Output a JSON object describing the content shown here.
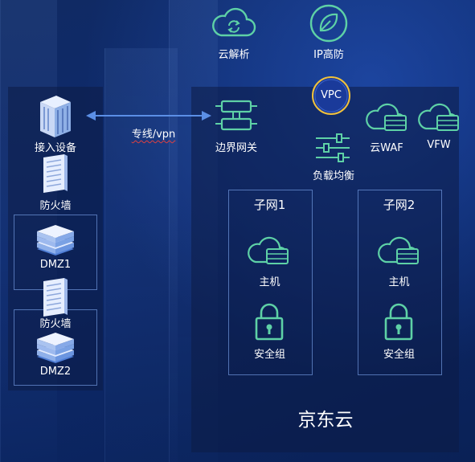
{
  "labels": {
    "cloud_dns": "云解析",
    "ip_protection": "IP高防",
    "vpc": "VPC",
    "access_device": "接入设备",
    "dedicated_line": "专线/vpn",
    "border_gateway": "边界网关",
    "cloud_waf": "云WAF",
    "vfw": "VFW",
    "load_balancer": "负载均衡",
    "firewall_1": "防火墙",
    "dmz1": "DMZ1",
    "firewall_2": "防火墙",
    "dmz2": "DMZ2",
    "subnet1": "子网1",
    "subnet2": "子网2",
    "host_1": "主机",
    "host_2": "主机",
    "security_group_1": "安全组",
    "security_group_2": "安全组",
    "jd_cloud": "京东云"
  },
  "colors": {
    "icon_green": "#5ed1a6",
    "icon_blue": "#a9c2f2",
    "arrow": "#5b8fe6",
    "vpc_fill": "#1a3a9a",
    "vpc_ring": "#f2c23a",
    "box_border": "#7aa0e6"
  }
}
